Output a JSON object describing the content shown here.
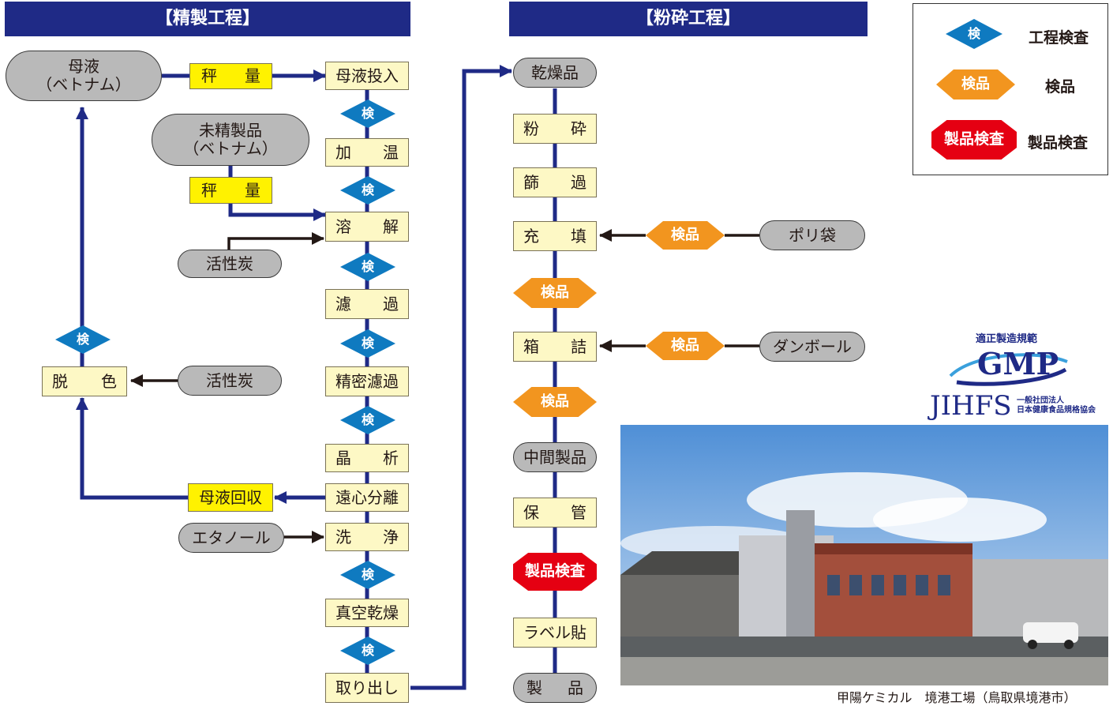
{
  "headers": {
    "refining": "【精製工程】",
    "milling": "【粉砕工程】"
  },
  "refining": {
    "mother_liquor_src": "母液\n（ベトナム）",
    "weigh1": [
      "秤",
      "量"
    ],
    "mother_liquor_in": "母液投入",
    "unrefined_src": "未精製品\n（ベトナム）",
    "heat": [
      "加",
      "温"
    ],
    "weigh2": [
      "秤",
      "量"
    ],
    "dissolve": [
      "溶",
      "解"
    ],
    "charcoal1": "活性炭",
    "filter": [
      "濾",
      "過"
    ],
    "decolor": [
      "脱",
      "色"
    ],
    "charcoal2": "活性炭",
    "precision_filter": "精密濾過",
    "crystallize": [
      "晶",
      "析"
    ],
    "recover": "母液回収",
    "centrifuge": "遠心分離",
    "ethanol": "エタノール",
    "wash": [
      "洗",
      "浄"
    ],
    "vacuum_dry": "真空乾燥",
    "take_out": "取り出し",
    "inspect": "検"
  },
  "milling": {
    "dried": "乾燥品",
    "crush": [
      "粉",
      "砕"
    ],
    "sieve": [
      "篩",
      "過"
    ],
    "fill": [
      "充",
      "填"
    ],
    "poly": "ポリ袋",
    "box": [
      "箱",
      "詰"
    ],
    "cardboard": "ダンボール",
    "intermediate": "中間製品",
    "store": [
      "保",
      "管"
    ],
    "label": "ラベル貼",
    "product": [
      "製",
      "品"
    ],
    "receipt": "検品",
    "product_inspect": "製品検査"
  },
  "legend": {
    "k1": "検",
    "v1": "工程検査",
    "k2": "検品",
    "v2": "検品",
    "k3": "製品検査",
    "v3": "製品検査"
  },
  "logo": {
    "top": "適正製造規範",
    "gmp": "GMP",
    "jihfs": "JIHFS",
    "org": "一般社団法人\n日本健康食品規格協会"
  },
  "photo_caption": "甲陽ケミカル　境港工場（鳥取県境港市）",
  "colors": {
    "navy": "#1f2a86",
    "blue": "#0f7ac0",
    "orange": "#f2951f",
    "red": "#e50012",
    "yellow": "#fff200",
    "cream": "#fdf8c5",
    "gray": "#b9b9b9"
  }
}
